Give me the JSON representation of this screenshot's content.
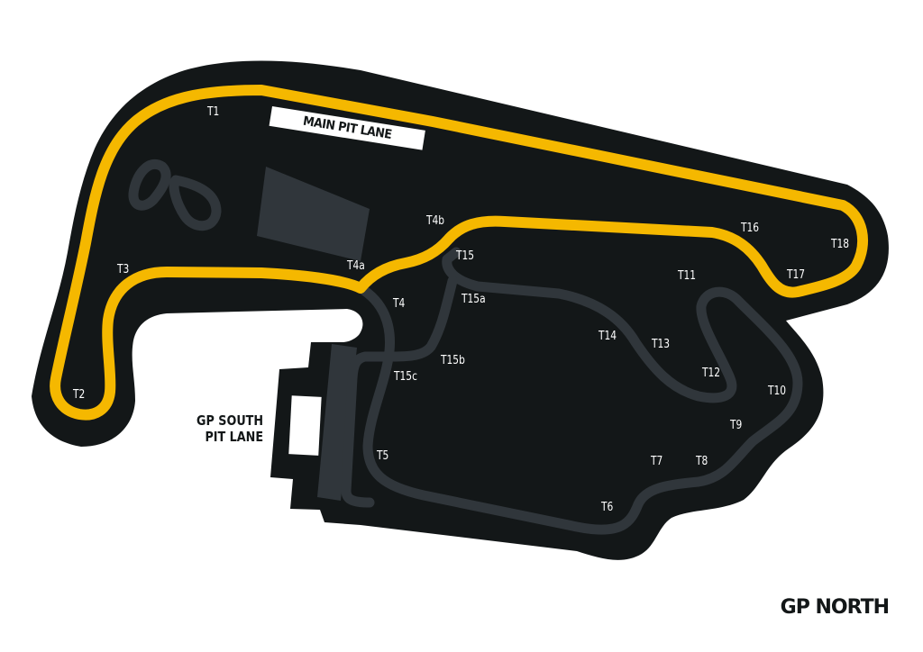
{
  "colors": {
    "ground": "#131718",
    "gp_circuit": "#f5b800",
    "other_track": "#30363b",
    "background": "#ffffff"
  },
  "labels": {
    "main_pit_lane": "MAIN PIT LANE",
    "gp_south_pit_lane_1": "GP SOUTH",
    "gp_south_pit_lane_2": "PIT LANE",
    "layout_name": "GP NORTH"
  },
  "turns": [
    "T1",
    "T2",
    "T3",
    "T4",
    "T4a",
    "T4b",
    "T5",
    "T6",
    "T7",
    "T8",
    "T9",
    "T10",
    "T11",
    "T12",
    "T13",
    "T14",
    "T15",
    "T15a",
    "T15b",
    "T15c",
    "T16",
    "T17",
    "T18"
  ]
}
